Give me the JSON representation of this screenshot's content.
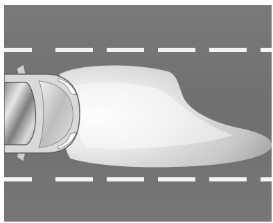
{
  "diagram": {
    "subject": "headlight-beam-pattern",
    "road": {
      "lanes_marked": 2,
      "surface_color": "#6f6f6f",
      "marking_color": "#f4f4f4"
    },
    "vehicle": {
      "direction": "right",
      "body_color": "#d9d9d9"
    },
    "beam": {
      "color": "#eeeeee",
      "shape": "asymmetric-low-beam"
    }
  }
}
